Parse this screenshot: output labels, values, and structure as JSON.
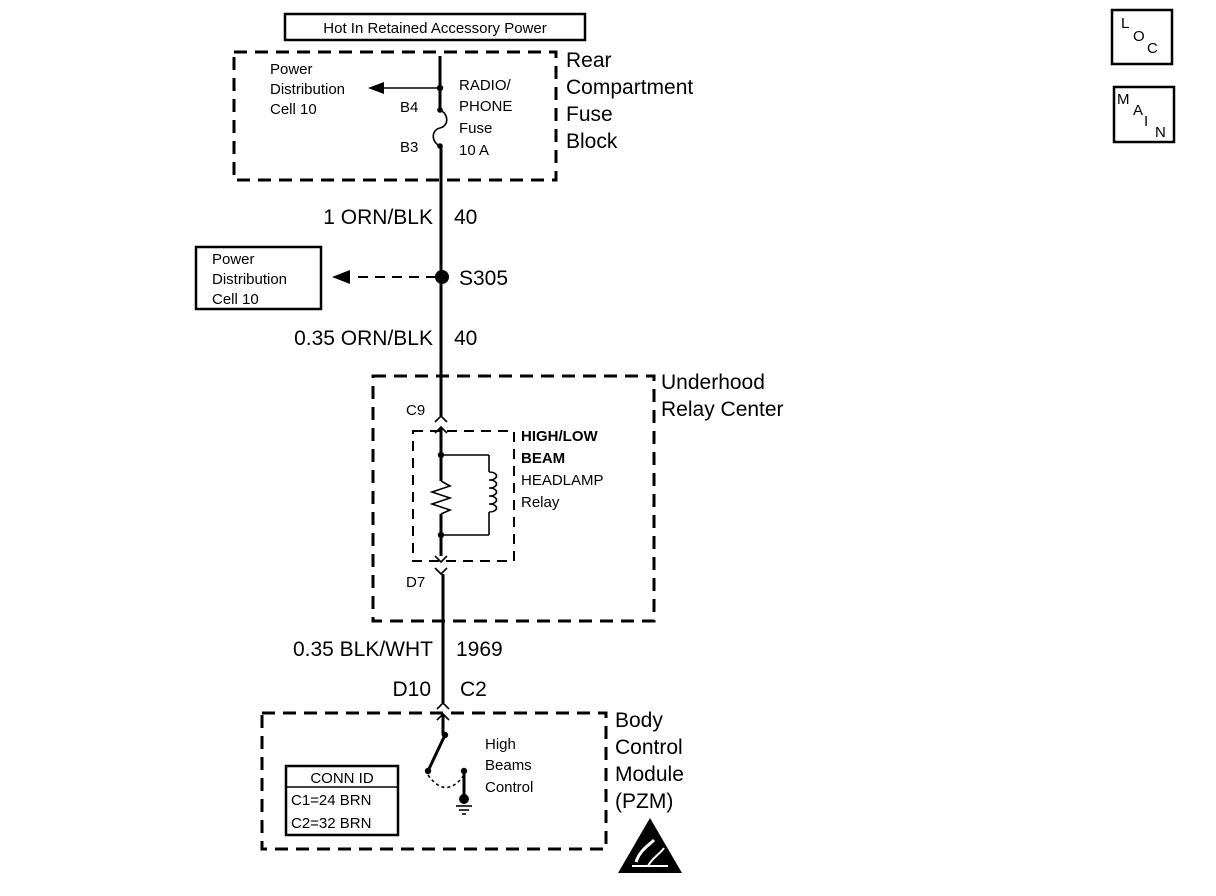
{
  "header_label": "Hot In Retained Accessory Power",
  "nav": {
    "loc": [
      "L",
      "O",
      "C"
    ],
    "main": [
      "M",
      "A",
      "I",
      "N"
    ]
  },
  "fuse_block": {
    "name_lines": [
      "Rear",
      "Compartment",
      "Fuse",
      "Block"
    ],
    "pdc_lines": [
      "Power",
      "Distribution",
      "Cell 10"
    ],
    "fuse_lines": [
      "RADIO/",
      "PHONE",
      "Fuse",
      "10 A"
    ],
    "pin_top": "B4",
    "pin_bottom": "B3"
  },
  "wire1": {
    "label": "1 ORN/BLK",
    "circuit": "40"
  },
  "splice": {
    "name": "S305",
    "pdc_lines": [
      "Power",
      "Distribution",
      "Cell 10"
    ]
  },
  "wire2": {
    "label": "0.35 ORN/BLK",
    "circuit": "40"
  },
  "relay_center": {
    "name_lines": [
      "Underhood",
      "Relay Center"
    ],
    "pin_in": "C9",
    "pin_out": "D7",
    "relay_lines": [
      "HIGH/LOW",
      "BEAM",
      "HEADLAMP",
      "Relay"
    ]
  },
  "wire3": {
    "label": "0.35 BLK/WHT",
    "circuit": "1969"
  },
  "bcm_pins": {
    "left": "D10",
    "right": "C2"
  },
  "bcm": {
    "name_lines": [
      "Body",
      "Control",
      "Module",
      "(PZM)"
    ],
    "switch_lines": [
      "High",
      "Beams",
      "Control"
    ],
    "conn_id_title": "CONN ID",
    "conn_ids": [
      "C1=24 BRN",
      "C2=32 BRN"
    ]
  }
}
